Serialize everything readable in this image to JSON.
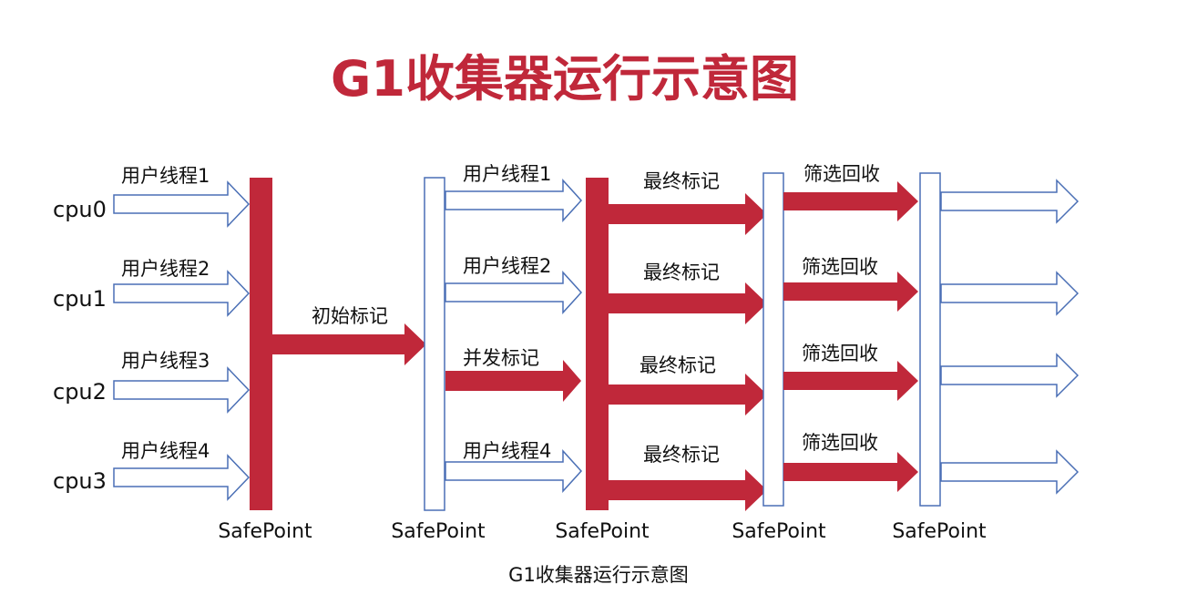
{
  "title": "G1收集器运行示意图",
  "caption": "G1收集器运行示意图",
  "cpus": [
    "cpu0",
    "cpu1",
    "cpu2",
    "cpu3"
  ],
  "user_threads": [
    "用户线程1",
    "用户线程2",
    "用户线程3",
    "用户线程4"
  ],
  "phase2": {
    "label": "初始标记"
  },
  "phase3": {
    "labels": [
      "用户线程1",
      "用户线程2",
      "并发标记",
      "用户线程4"
    ]
  },
  "phase4": {
    "label": "最终标记"
  },
  "phase5": {
    "label": "筛选回收"
  },
  "safepoint_label": "SafePoint",
  "colors": {
    "gc_red": "#c0283a",
    "outline_blue": "#4a6fb5",
    "title_red": "#c0283a"
  }
}
